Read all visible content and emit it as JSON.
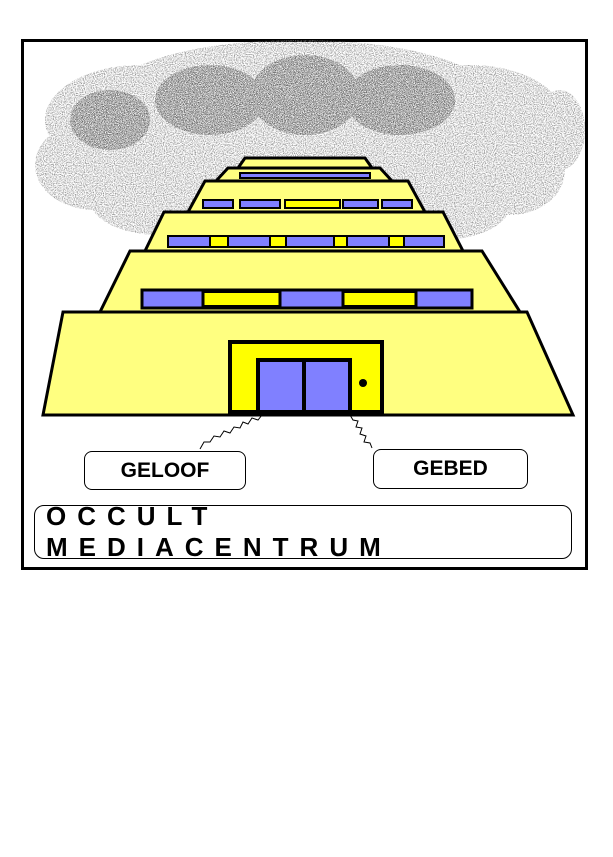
{
  "labels": {
    "left": "GELOOF",
    "right": "GEBED",
    "title": "OCCULT MEDIACENTRUM"
  },
  "colors": {
    "building": "#ffff80",
    "window_blue": "#8080ff",
    "window_yellow": "#ffff00",
    "outline": "#000000",
    "smoke_dark": "#404040",
    "smoke_light": "#b0b0b0"
  },
  "icons": {
    "building": "tower-of-babel-icon",
    "smoke": "smoke-cloud-icon",
    "door": "double-door-icon"
  }
}
